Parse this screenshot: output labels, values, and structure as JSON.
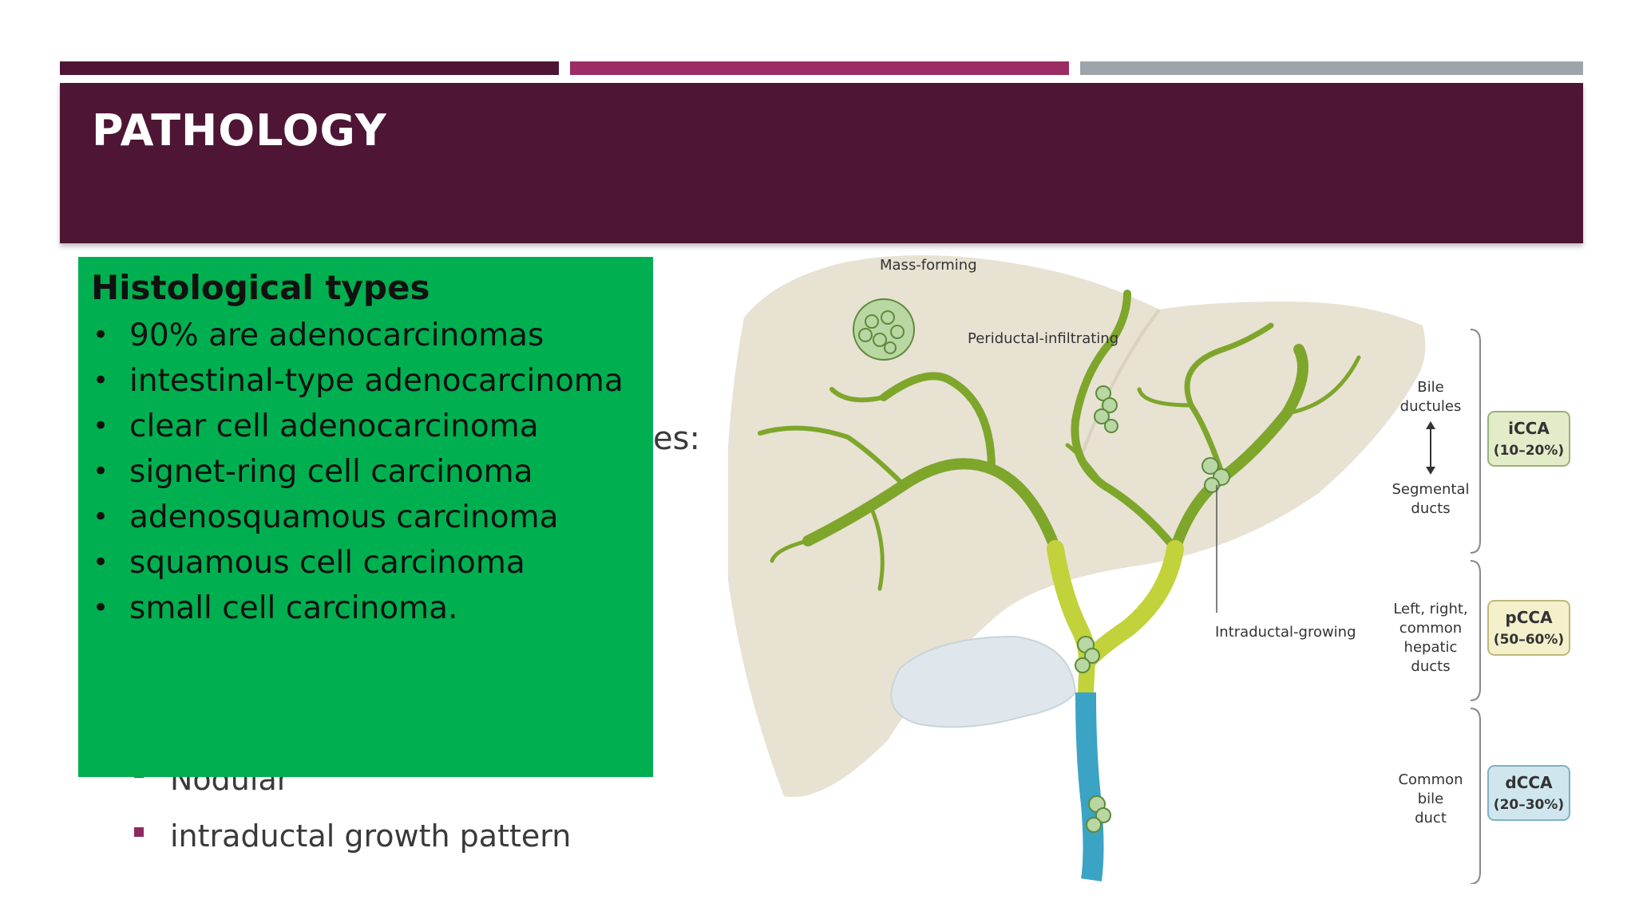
{
  "slide": {
    "title": "PATHOLOGY",
    "accent_colors": [
      "#4e1535",
      "#9b2d64",
      "#9ea5aa"
    ],
    "behind_text": {
      "partial_word": "es:",
      "sub_bullets": [
        "Nodular",
        "intraductal growth pattern"
      ]
    }
  },
  "histology_box": {
    "title": "Histological types",
    "items": [
      "90% are adenocarcinomas",
      "intestinal-type adenocarcinoma",
      "clear cell adenocarcinoma",
      "signet-ring cell carcinoma",
      "adenosquamous carcinoma",
      "squamous cell carcinoma",
      "small cell carcinoma."
    ],
    "bullet_symbol": "•"
  },
  "figure": {
    "growth_patterns": {
      "mass_forming": "Mass-forming",
      "periductal": "Periductal-infiltrating",
      "intraductal": "Intraductal-growing"
    },
    "ducts": {
      "bile_ductules": [
        "Bile",
        "ductules"
      ],
      "segmental": [
        "Segmental",
        "ducts"
      ],
      "hepatic": [
        "Left, right,",
        "common",
        "hepatic",
        "ducts"
      ],
      "common_bile": [
        "Common",
        "bile",
        "duct"
      ]
    },
    "types": [
      {
        "name": "iCCA",
        "range": "(10–20%)",
        "color": "#e3ecc8"
      },
      {
        "name": "pCCA",
        "range": "(50–60%)",
        "color": "#f3f0cb"
      },
      {
        "name": "dCCA",
        "range": "(20–30%)",
        "color": "#cfe6ee"
      }
    ]
  }
}
